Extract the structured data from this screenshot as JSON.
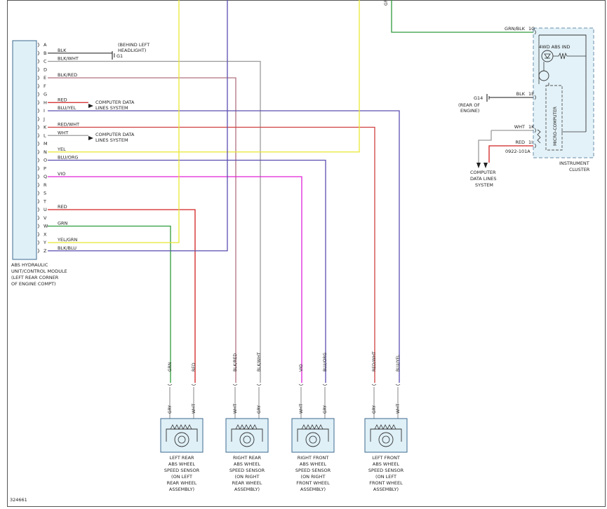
{
  "colors": {
    "GRN": "#2e9b3a",
    "RED": "#d22020",
    "YEL": "#e8e832",
    "VIO": "#e020d8",
    "BLU": "#5a4fb0",
    "GRY": "#9a9a9a",
    "BLK": "#444444",
    "WHT": "#9a9a9a",
    "module_fill": "#dff0f7",
    "module_stroke": "#3d6a8f",
    "cluster_fill": "#e3f2f8"
  },
  "module": {
    "caption": [
      "ABS HYDRAULIC",
      "UNIT/CONTROL MODULE",
      "(LEFT REAR CORNER",
      "OF ENGINE COMPT)"
    ],
    "pins": [
      "A",
      "B",
      "C",
      "D",
      "E",
      "F",
      "G",
      "H",
      "I",
      "J",
      "K",
      "L",
      "M",
      "N",
      "O",
      "P",
      "Q",
      "R",
      "S",
      "T",
      "U",
      "V",
      "W",
      "X",
      "Y",
      "Z"
    ],
    "wire_labels": {
      "B": "BLK",
      "C": "BLK/WHT",
      "E": "BLK/RED",
      "H": "RED",
      "I": "BLU/YEL",
      "K": "RED/WHT",
      "L": "WHT",
      "N": "YEL",
      "O": "BLU/ORG",
      "Q": "VIO",
      "U": "RED",
      "W": "GRN",
      "Y": "YEL/GRN",
      "Z": "BLK/BLU"
    }
  },
  "ground": {
    "caption": [
      "(BEHIND LEFT",
      "HEADLIGHT)"
    ],
    "id": "G1"
  },
  "data_lines_upper": [
    "COMPUTER DATA",
    "LINES SYSTEM"
  ],
  "data_lines_lower": [
    "COMPUTER DATA",
    "LINES SYSTEM"
  ],
  "sensors": [
    {
      "caption": [
        "LEFT REAR",
        "ABS WHEEL",
        "SPEED SENSOR",
        "(ON LEFT",
        "REAR WHEEL",
        "ASSEMBLY)"
      ],
      "top_left": "GRN",
      "top_right": "RED",
      "bot_left": "GRY",
      "bot_right": "WHT"
    },
    {
      "caption": [
        "RIGHT REAR",
        "ABS WHEEL",
        "SPEED SENSOR",
        "(ON RIGHT",
        "REAR WHEEL",
        "ASSEMBLY)"
      ],
      "top_left": "BLK/RED",
      "top_right": "BLK/WHT",
      "bot_left": "WHT",
      "bot_right": "GRY"
    },
    {
      "caption": [
        "RIGHT FRONT",
        "ABS WHEEL",
        "SPEED SENSOR",
        "(ON RIGHT",
        "FRONT WHEEL",
        "ASSEMBLY)"
      ],
      "top_left": "VIO",
      "top_right": "BLU/ORG",
      "bot_left": "WHT",
      "bot_right": "GRY"
    },
    {
      "caption": [
        "LEFT FRONT",
        "ABS WHEEL",
        "SPEED SENSOR",
        "(ON LEFT",
        "FRONT WHEEL",
        "ASSEMBLY)"
      ],
      "top_left": "RED/WHT",
      "top_right": "BLU/YEL",
      "bot_left": "GRY",
      "bot_right": "WHT"
    }
  ],
  "cluster": {
    "caption": [
      "INSTRUMENT",
      "CLUSTER"
    ],
    "indicator": "4WD ABS IND",
    "micro": "MICRO-COMPUTER",
    "pins": [
      {
        "wire": "GRN/BLK",
        "pin": "1G"
      },
      {
        "wire": "BLK",
        "pin": "1E"
      },
      {
        "wire": "WHT",
        "pin": "1K"
      },
      {
        "wire": "RED",
        "pin": "1I"
      }
    ],
    "connector_id": "0922-101A",
    "top_wire": "GR",
    "ground_id": "G14",
    "ground_caption": [
      "(REAR OF",
      "ENGINE)"
    ],
    "data_lines": [
      "COMPUTER",
      "DATA LINES",
      "SYSTEM"
    ]
  },
  "figure_id": "324661"
}
